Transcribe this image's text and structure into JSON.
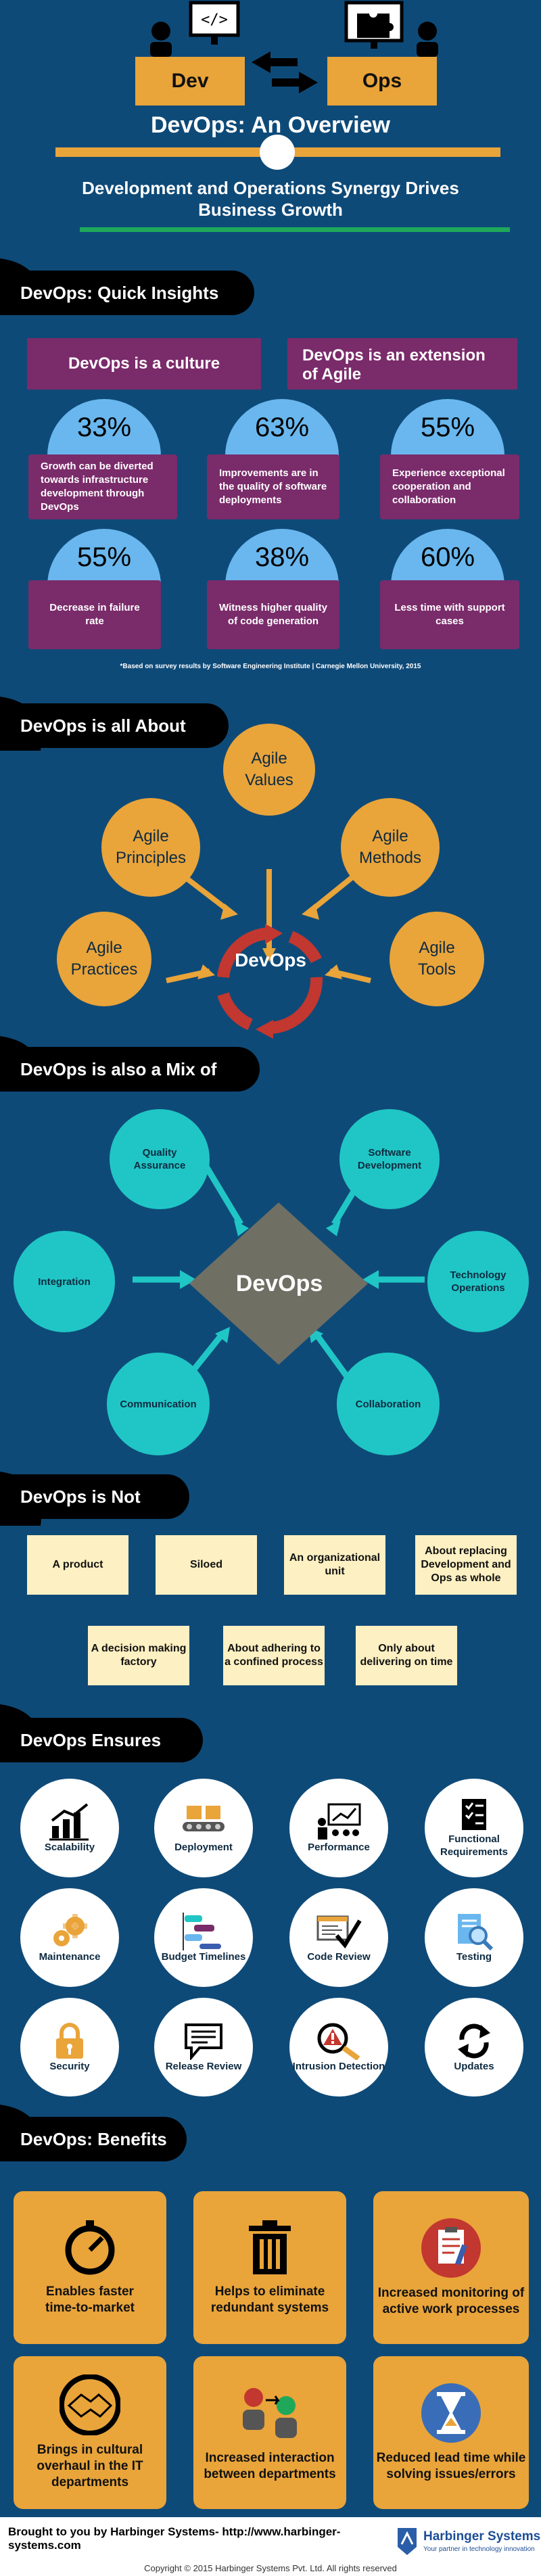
{
  "header": {
    "dev_label": "Dev",
    "ops_label": "Ops",
    "title": "DevOps: An Overview",
    "subtitle_line1": "Development and Operations Synergy Drives",
    "subtitle_line2": "Business Growth"
  },
  "quick_insights": {
    "banner": "DevOps: Quick Insights",
    "culture": "DevOps is a culture",
    "agile_line1": "DevOps is an extension",
    "agile_line2": "of Agile",
    "stats": [
      {
        "pct": "33%",
        "text": "Growth can be diverted towards infrastructure development through DevOps"
      },
      {
        "pct": "63%",
        "text": "Improvements are in the quality of software deployments"
      },
      {
        "pct": "55%",
        "text": "Experience exceptional cooperation and collaboration"
      },
      {
        "pct": "55%",
        "text": "Decrease in failure rate"
      },
      {
        "pct": "38%",
        "text": "Witness higher quality of code generation"
      },
      {
        "pct": "60%",
        "text": "Less time with support cases"
      }
    ],
    "footnote": "*Based on survey results by Software Engineering Institute | Carnegie Mellon University, 2015"
  },
  "about": {
    "banner": "DevOps is all About",
    "center": "DevOps",
    "items": [
      {
        "l1": "Agile",
        "l2": "Values"
      },
      {
        "l1": "Agile",
        "l2": "Principles"
      },
      {
        "l1": "Agile",
        "l2": "Methods"
      },
      {
        "l1": "Agile",
        "l2": "Practices"
      },
      {
        "l1": "Agile",
        "l2": "Tools"
      }
    ]
  },
  "mix": {
    "banner": "DevOps is also a Mix of",
    "center": "DevOps",
    "items": [
      {
        "l1": "Quality",
        "l2": "Assurance"
      },
      {
        "l1": "Software",
        "l2": "Development"
      },
      {
        "l1": "Integration",
        "l2": ""
      },
      {
        "l1": "Technology",
        "l2": "Operations"
      },
      {
        "l1": "Communication",
        "l2": ""
      },
      {
        "l1": "Collaboration",
        "l2": ""
      }
    ]
  },
  "not": {
    "banner": "DevOps is Not",
    "items": [
      "A product",
      "Siloed",
      "An organizational unit",
      "About replacing Development and Ops as whole",
      "A decision making factory",
      "About adhering to a confined process",
      "Only about delivering on time"
    ]
  },
  "ensures": {
    "banner": "DevOps Ensures",
    "items": [
      {
        "label": "Scalability",
        "icon": "bar-chart-icon"
      },
      {
        "label": "Deployment",
        "icon": "conveyor-icon"
      },
      {
        "label": "Performance",
        "icon": "presentation-icon"
      },
      {
        "label": "Functional Requirements",
        "icon": "checklist-icon"
      },
      {
        "label": "Maintenance",
        "icon": "gears-icon"
      },
      {
        "label": "Budget Timelines",
        "icon": "timeline-icon"
      },
      {
        "label": "Code Review",
        "icon": "code-check-icon"
      },
      {
        "label": "Testing",
        "icon": "magnifier-doc-icon"
      },
      {
        "label": "Security",
        "icon": "padlock-icon"
      },
      {
        "label": "Release Review",
        "icon": "chat-bubble-icon"
      },
      {
        "label": "Intrusion Detection",
        "icon": "warning-magnifier-icon"
      },
      {
        "label": "Updates",
        "icon": "refresh-icon"
      }
    ]
  },
  "benefits": {
    "banner": "DevOps: Benefits",
    "items": [
      {
        "l1": "Enables faster",
        "l2": "time-to-market",
        "icon": "stopwatch-icon"
      },
      {
        "l1": "Helps to eliminate",
        "l2": "redundant systems",
        "icon": "trash-icon"
      },
      {
        "l1": "Increased monitoring of",
        "l2": "active work processes",
        "icon": "clipboard-icon"
      },
      {
        "l1": "Brings in cultural",
        "l2": "overhaul in the IT departments",
        "icon": "handshake-icon"
      },
      {
        "l1": "Increased interaction",
        "l2": "between departments",
        "icon": "people-icon"
      },
      {
        "l1": "Reduced lead time while",
        "l2": "solving issues/errors",
        "icon": "hourglass-icon"
      }
    ]
  },
  "footer": {
    "credit": "Brought to you by Harbinger Systems- http://www.harbinger-systems.com",
    "brand": "Harbinger Systems",
    "tagline": "Your partner in technology innovation",
    "copyright": "Copyright © 2015 Harbinger Systems Pvt. Ltd. All rights reserved"
  },
  "colors": {
    "background": "#0e4a78",
    "orange": "#e9a43a",
    "purple": "#7a2b6a",
    "light_blue": "#69b7ee",
    "teal": "#20c6c6",
    "green": "#1fa85a",
    "arrow_red": "#c2372f"
  }
}
